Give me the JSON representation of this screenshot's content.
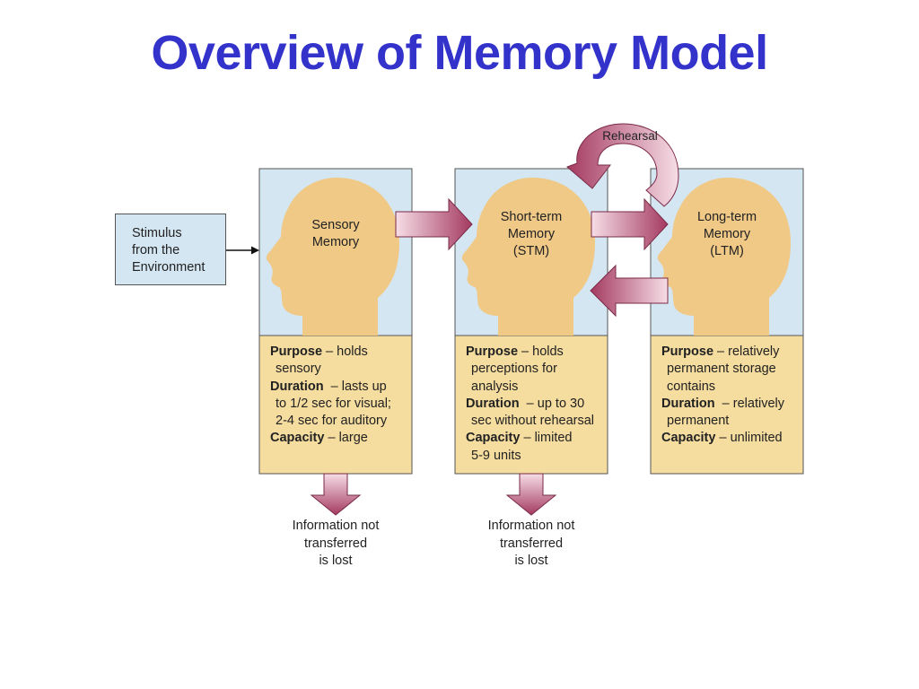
{
  "title": "Overview of Memory Model",
  "colors": {
    "title": "#3333cc",
    "panel_blue": "#d4e6f1",
    "panel_tan": "#f5dc9f",
    "head": "#f0c987",
    "arrow_dark": "#a43a60",
    "arrow_light": "#f6dde6"
  },
  "stimulus": [
    "Stimulus",
    "from the",
    "Environment"
  ],
  "rehearsal": "Rehearsal",
  "stages": [
    {
      "label": [
        "Sensory",
        "Memory"
      ],
      "details": [
        {
          "b": "Purpose",
          "t": " – holds",
          "i": false
        },
        {
          "b": "",
          "t": "sensory",
          "i": true
        },
        {
          "b": "Duration",
          "t": "  – lasts up",
          "i": false
        },
        {
          "b": "",
          "t": "to 1/2 sec for visual;",
          "i": true
        },
        {
          "b": "",
          "t": "2-4 sec for auditory",
          "i": true
        },
        {
          "b": "Capacity",
          "t": " – large",
          "i": false
        }
      ]
    },
    {
      "label": [
        "Short-term",
        "Memory",
        "(STM)"
      ],
      "details": [
        {
          "b": "Purpose",
          "t": " – holds",
          "i": false
        },
        {
          "b": "",
          "t": "perceptions for",
          "i": true
        },
        {
          "b": "",
          "t": "analysis",
          "i": true
        },
        {
          "b": "Duration",
          "t": "  – up to 30",
          "i": false
        },
        {
          "b": "",
          "t": "sec without rehearsal",
          "i": true
        },
        {
          "b": "Capacity",
          "t": " – limited",
          "i": false
        },
        {
          "b": "",
          "t": "5-9 units",
          "i": true
        }
      ]
    },
    {
      "label": [
        "Long-term",
        "Memory",
        "(LTM)"
      ],
      "details": [
        {
          "b": "Purpose",
          "t": " – relatively",
          "i": false
        },
        {
          "b": "",
          "t": "permanent storage",
          "i": true
        },
        {
          "b": "",
          "t": "contains",
          "i": true
        },
        {
          "b": "Duration",
          "t": "  – relatively",
          "i": false
        },
        {
          "b": "",
          "t": "permanent",
          "i": true
        },
        {
          "b": "Capacity",
          "t": " – unlimited",
          "i": false
        }
      ]
    }
  ],
  "lost": [
    [
      "Information not",
      "transferred",
      "is lost"
    ],
    [
      "Information not",
      "transferred",
      "is lost"
    ]
  ]
}
